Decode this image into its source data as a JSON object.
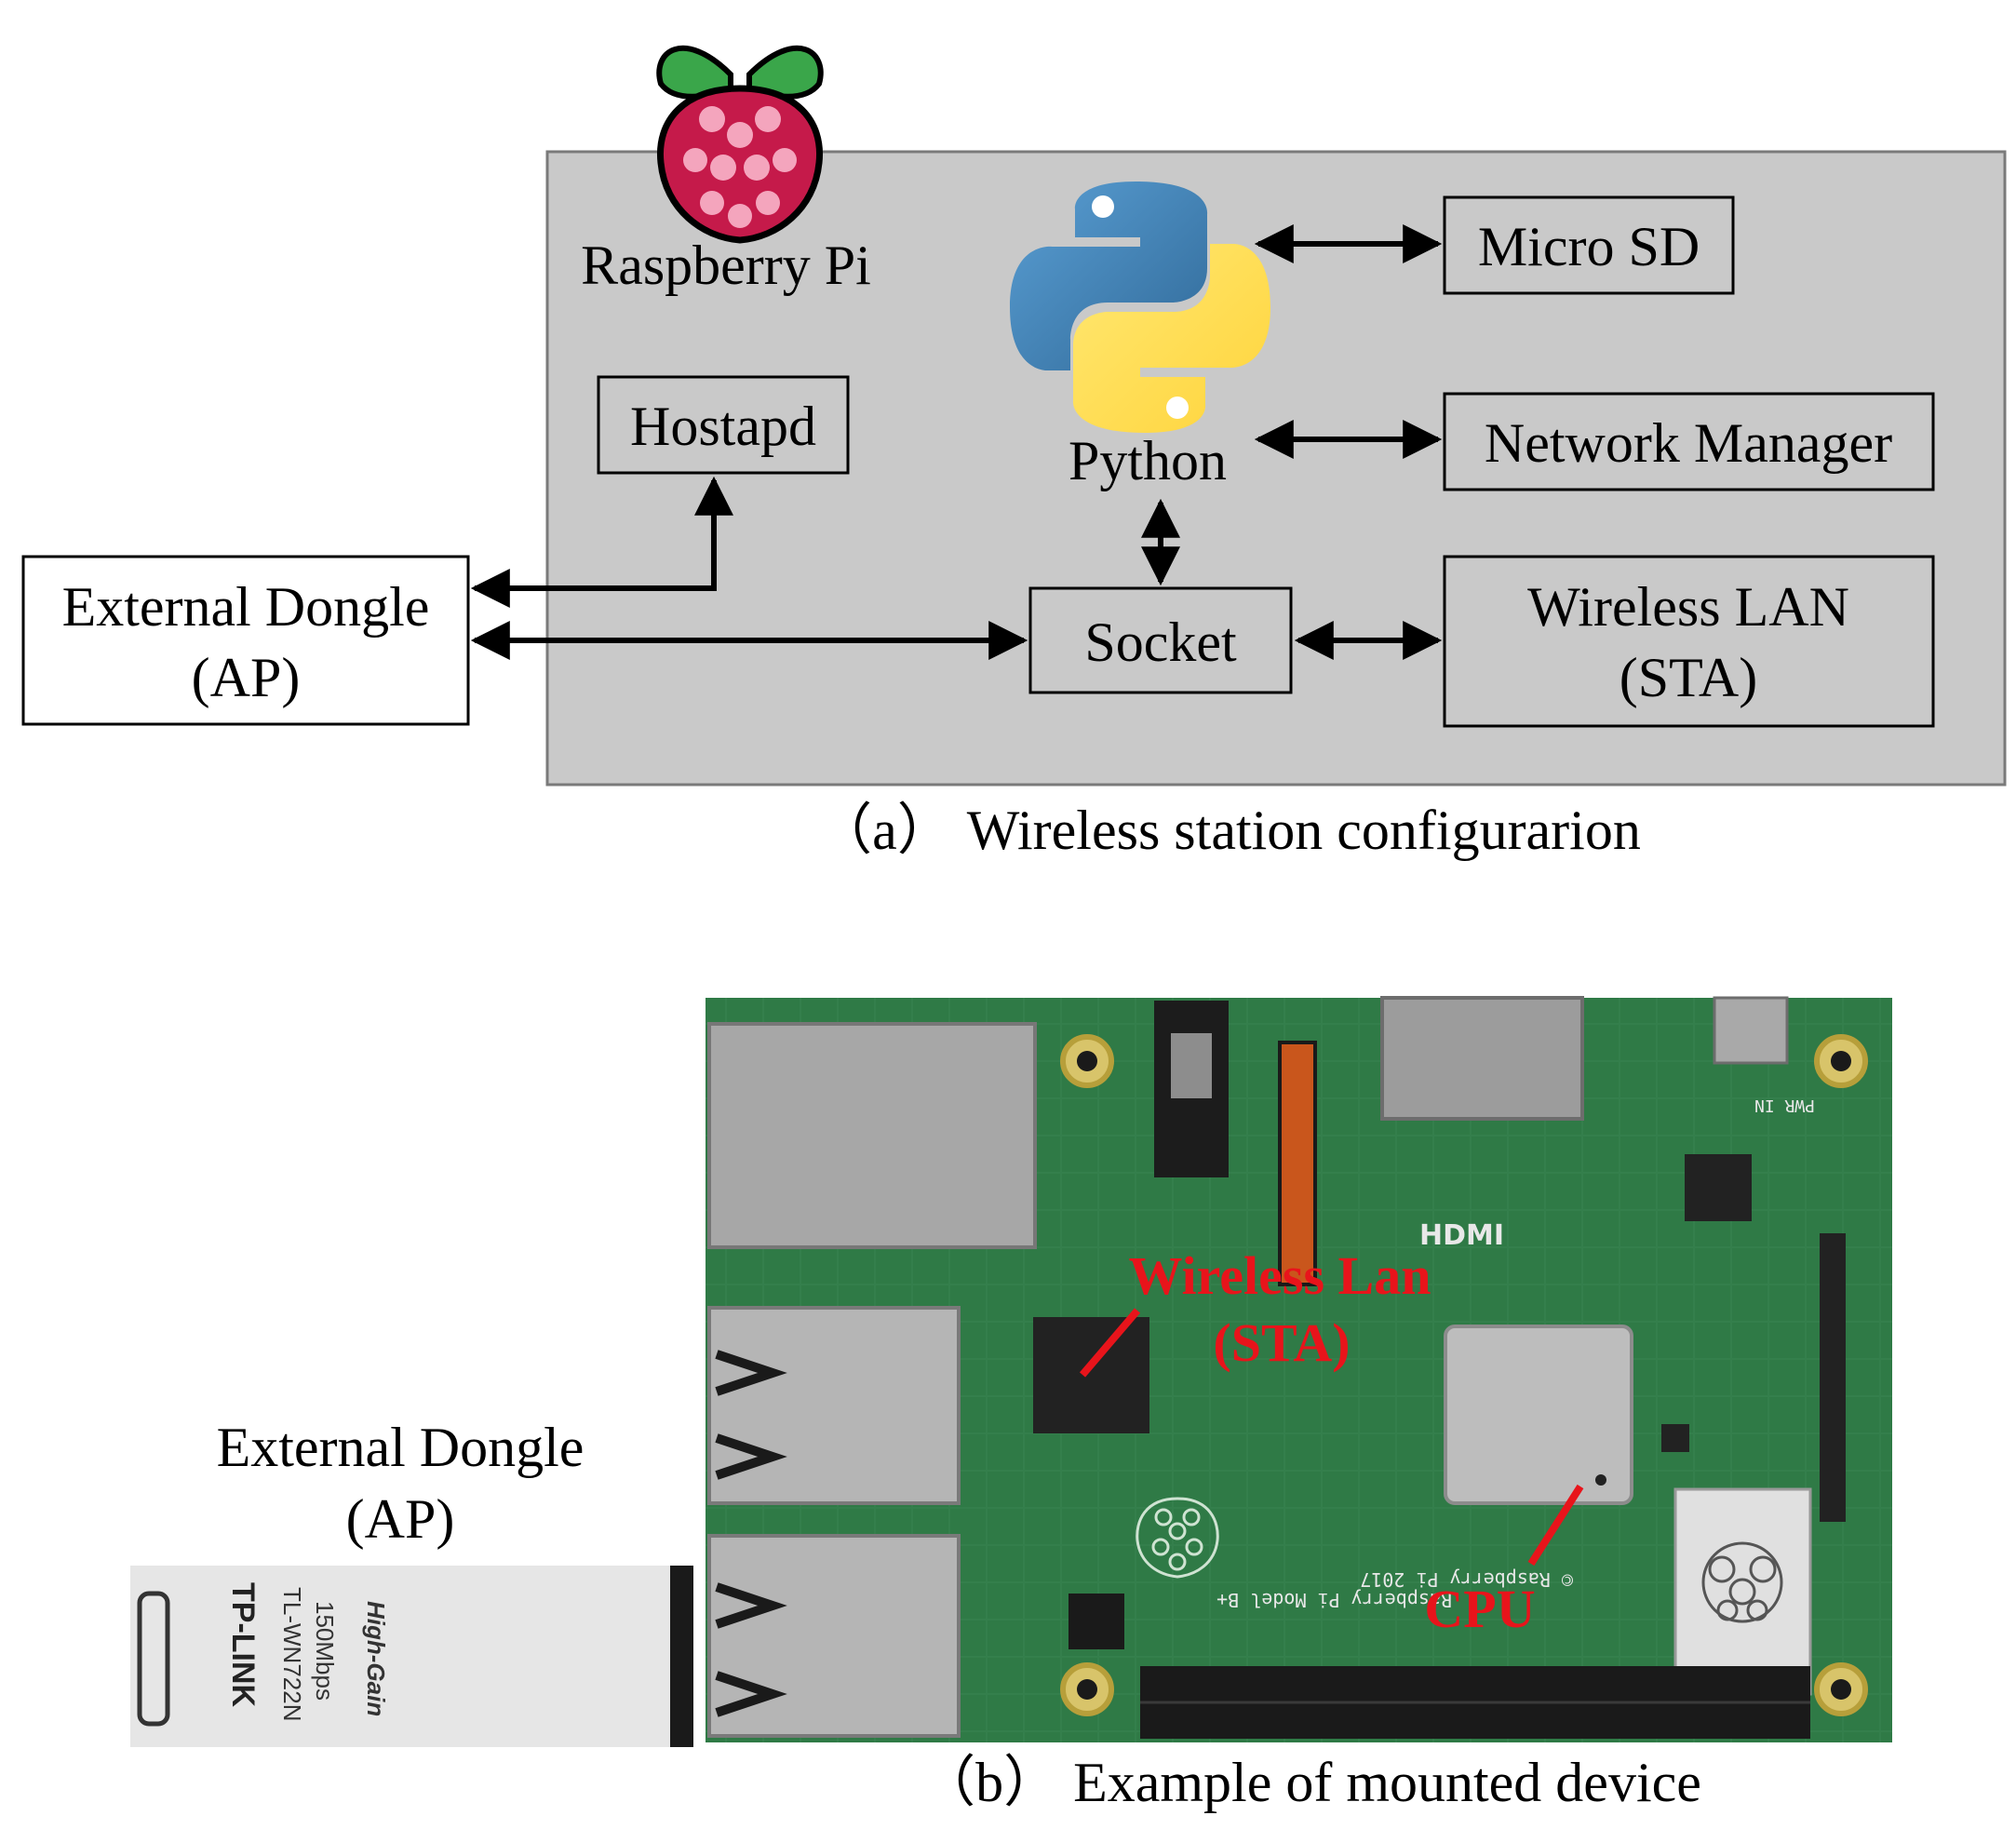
{
  "panel_a": {
    "raspberry_pi_label": "Raspberry Pi",
    "python_label": "Python",
    "hostapd": "Hostapd",
    "micro_sd": "Micro SD",
    "network_manager": "Network Manager",
    "socket": "Socket",
    "wireless_lan_line1": "Wireless LAN",
    "wireless_lan_line2": "(STA)",
    "external_dongle_line1": "External Dongle",
    "external_dongle_line2": "(AP)",
    "caption": "（a） Wireless station configurarion"
  },
  "panel_b": {
    "dongle_label_line1": "External Dongle",
    "dongle_label_line2": "(AP)",
    "dongle_brand": "TP-LINK",
    "dongle_model": "TL-WN722N",
    "dongle_speed": "150Mbps",
    "dongle_tag": "High-Gain",
    "board_callout_wlan_line1": "Wireless Lan",
    "board_callout_wlan_line2": "(STA)",
    "board_callout_cpu": "CPU",
    "board_text_hdmi": "HDMI",
    "board_text_model": "Raspberry Pi Model B+",
    "board_text_year": "© Raspberry Pi 2017",
    "board_text_pwr": "PWR IN",
    "caption": "（b） Example of mounted device"
  },
  "colors": {
    "gray_box": "#c9c9c9",
    "callout_red": "#e8141b",
    "pcb_green": "#2f7a46",
    "python_blue": "#3a75b0",
    "python_yellow": "#ffd43b",
    "raspberry_red": "#c51a4a",
    "leaf_green": "#3aa64a"
  },
  "icons": [
    "raspberry-pi-logo-icon",
    "python-logo-icon"
  ]
}
